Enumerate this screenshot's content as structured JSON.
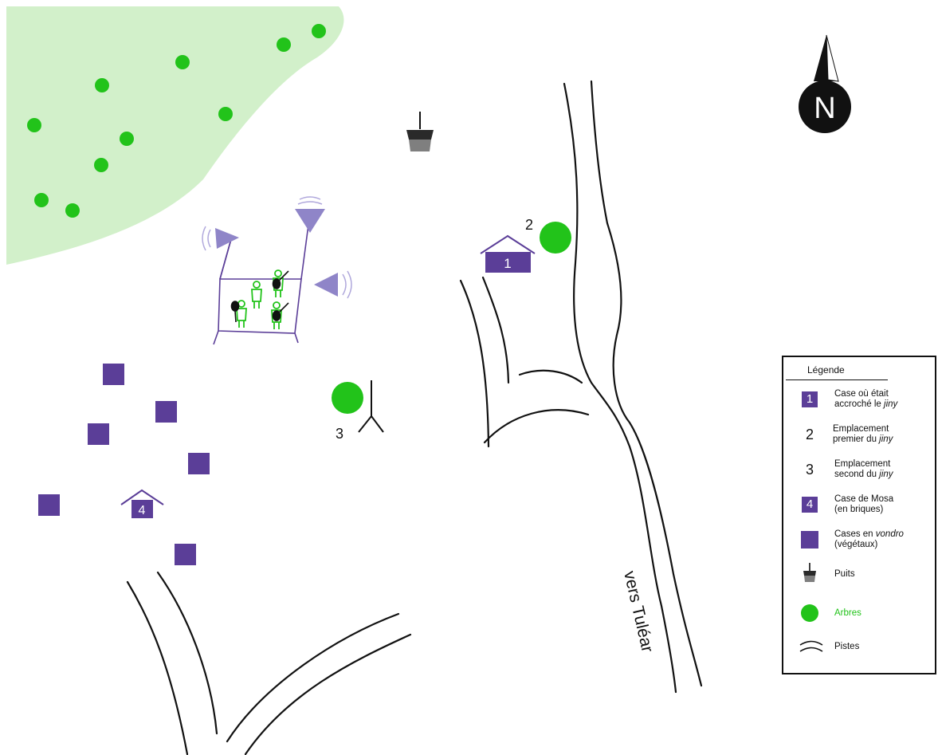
{
  "compass": {
    "letter": "N"
  },
  "map_labels": {
    "case1_number": "1",
    "site2_number": "2",
    "site3_number": "3",
    "case4_number": "4",
    "road": "vers Tuléar"
  },
  "legend": {
    "title": "Légende",
    "items": [
      {
        "symbol": "1",
        "line1": "Case où était",
        "line2_pre": "accroché le ",
        "line2_em": "jiny"
      },
      {
        "symbol": "2",
        "line1": "Emplacement",
        "line2_pre": "premier du ",
        "line2_em": "jiny"
      },
      {
        "symbol": "3",
        "line1": "Emplacement",
        "line2_pre": "second du ",
        "line2_em": "jiny"
      },
      {
        "symbol": "4",
        "line1": "Case de Mosa",
        "line2_pre": "(en briques)",
        "line2_em": ""
      },
      {
        "symbol": "",
        "line1_pre": "Cases en ",
        "line1_em": "vondro",
        "line2_pre": "(végétaux)",
        "line2_em": ""
      },
      {
        "symbol": "",
        "line1": "Puits"
      },
      {
        "symbol": "",
        "line1": "Arbres"
      },
      {
        "symbol": "",
        "line1": "Pistes"
      }
    ]
  },
  "colors": {
    "forest": "#d2f0ca",
    "tree": "#22c31a",
    "house": "#5b3e98",
    "ritual": "#8f85c8",
    "well": "#808080",
    "road": "#111111"
  }
}
